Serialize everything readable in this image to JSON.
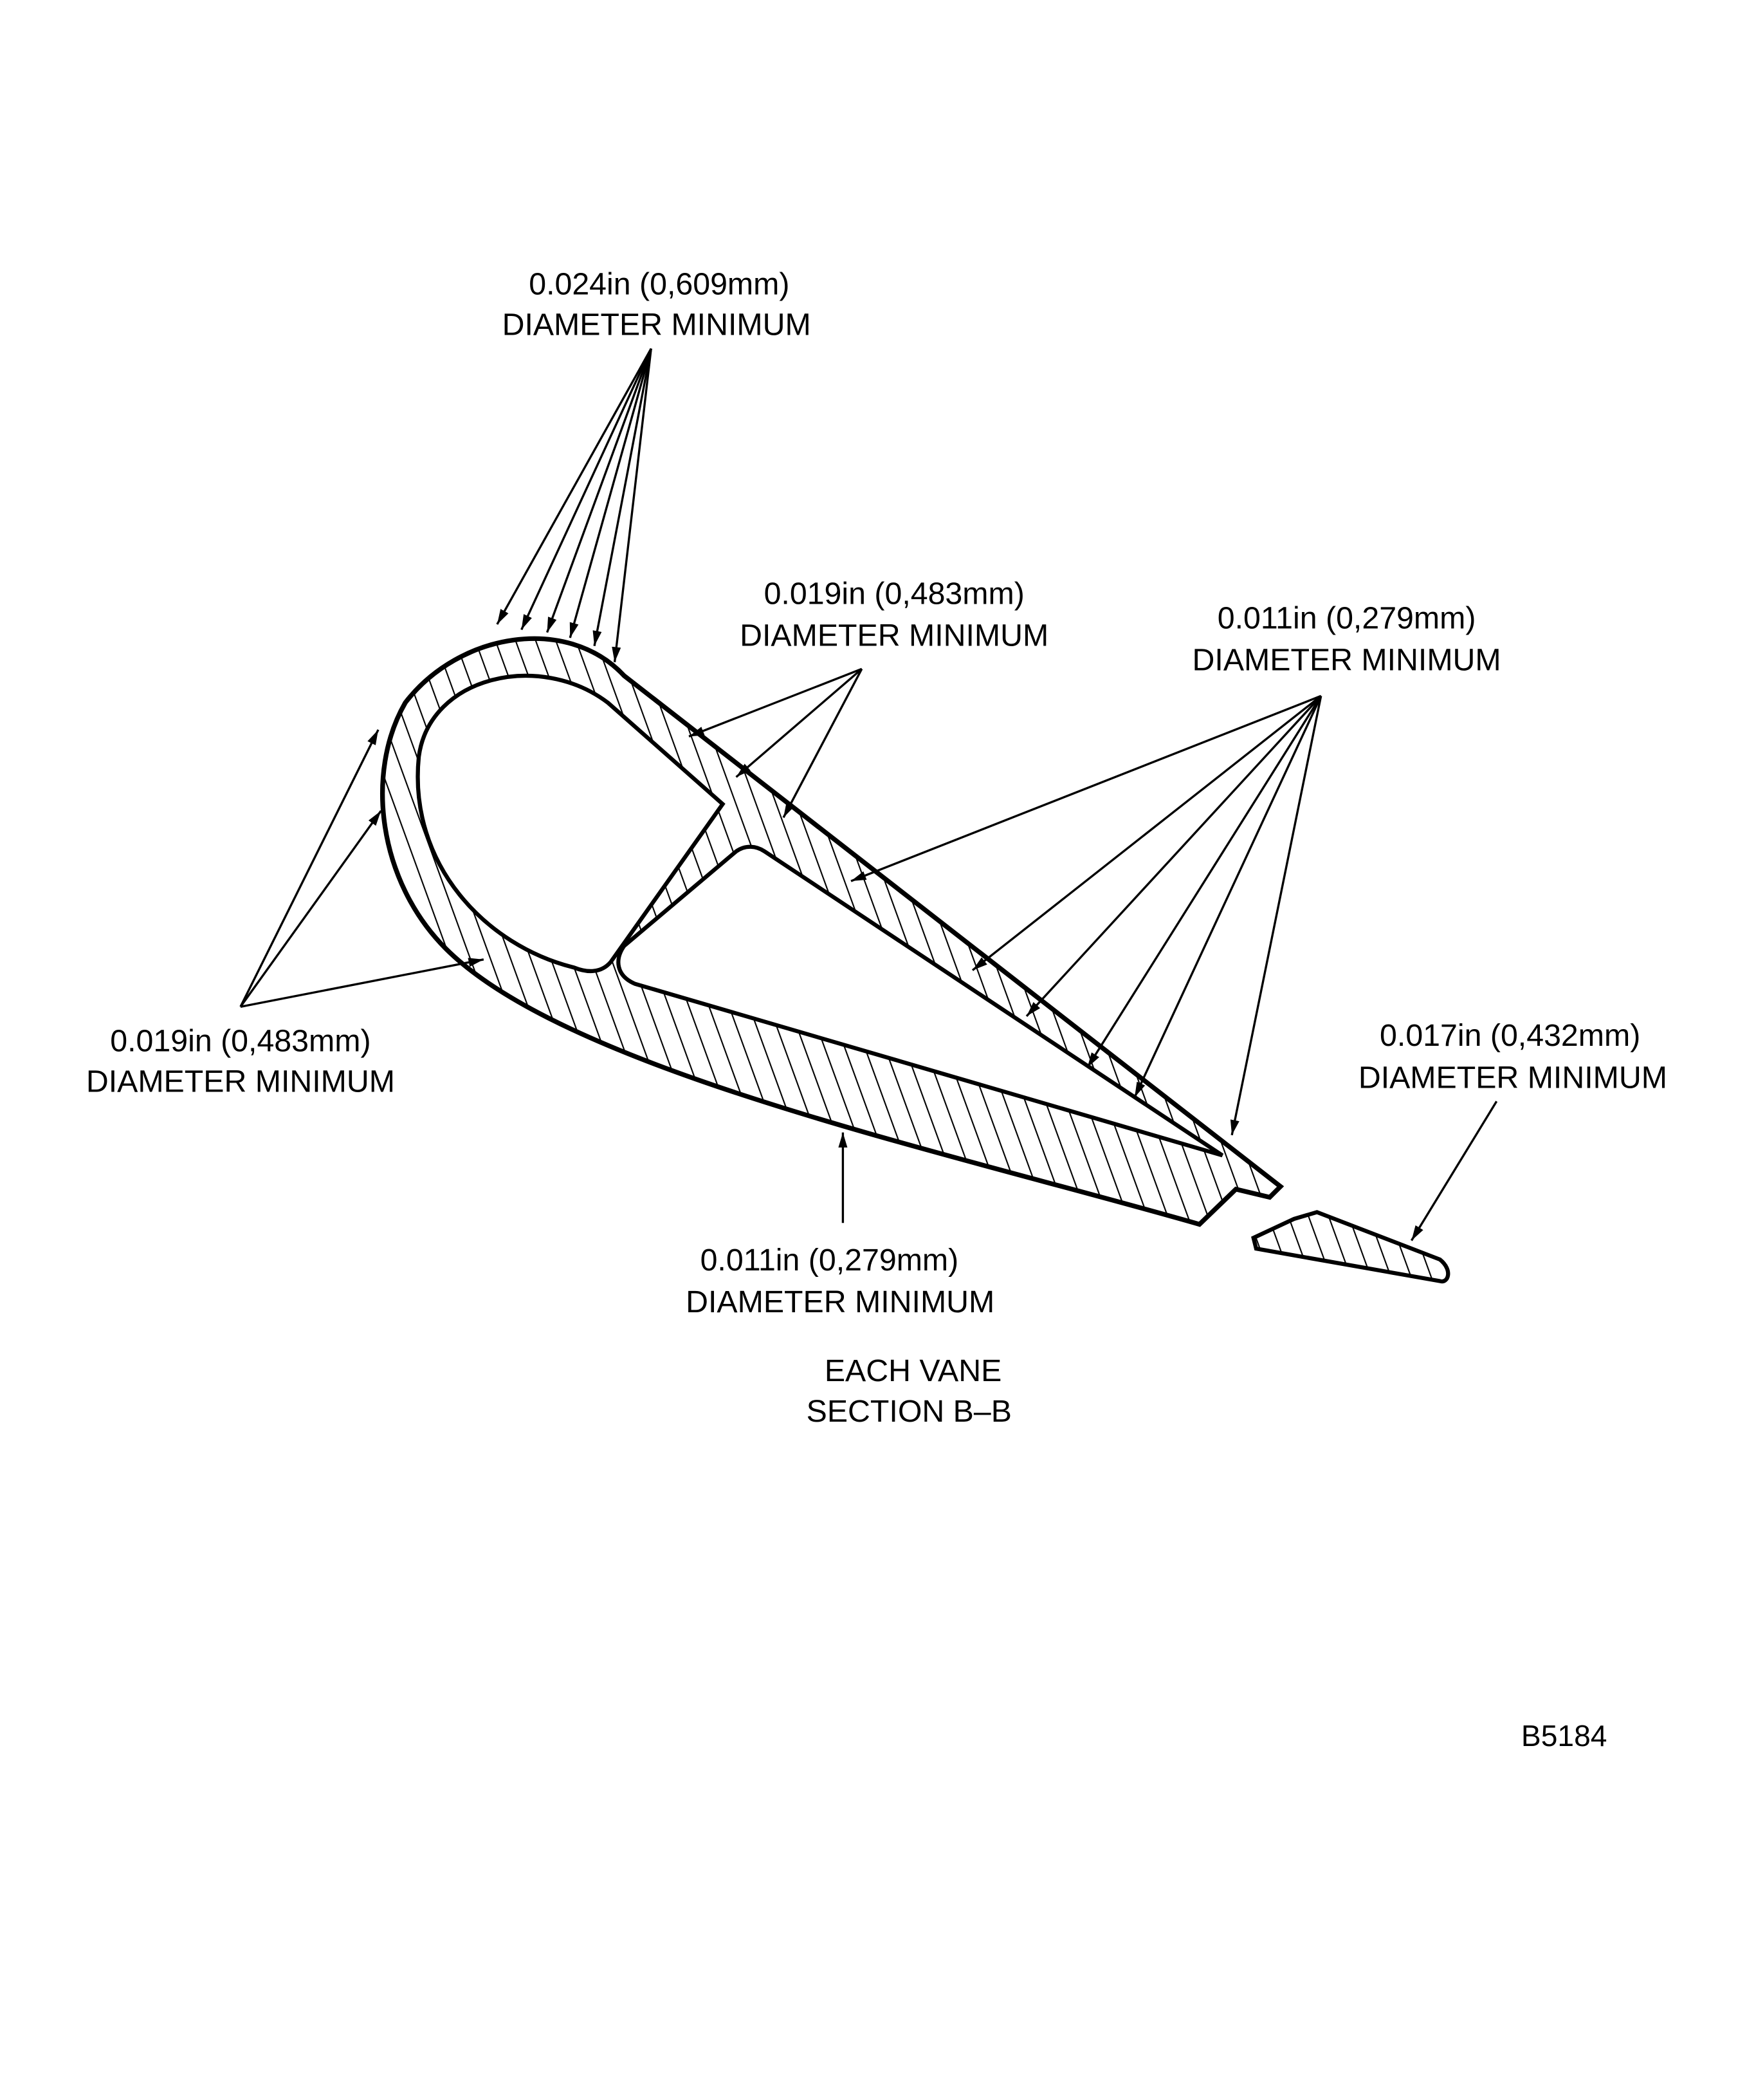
{
  "callouts": {
    "top_024": {
      "line1": "0.024in (0,609mm)",
      "line2": "DIAMETER MINIMUM"
    },
    "top_019": {
      "line1": "0.019in (0,483mm)",
      "line2": "DIAMETER MINIMUM"
    },
    "right_011": {
      "line1": "0.011in (0,279mm)",
      "line2": "DIAMETER MINIMUM"
    },
    "left_019": {
      "line1": "0.019in (0,483mm)",
      "line2": "DIAMETER MINIMUM"
    },
    "right_017": {
      "line1": "0.017in (0,432mm)",
      "line2": "DIAMETER MINIMUM"
    },
    "bottom_011": {
      "line1": "0.011in (0,279mm)",
      "line2": "DIAMETER MINIMUM"
    }
  },
  "caption": {
    "line1": "EACH VANE",
    "line2": "SECTION B–B"
  },
  "figure_id": "B5184",
  "colors": {
    "ink": "#000000",
    "paper": "#ffffff"
  }
}
